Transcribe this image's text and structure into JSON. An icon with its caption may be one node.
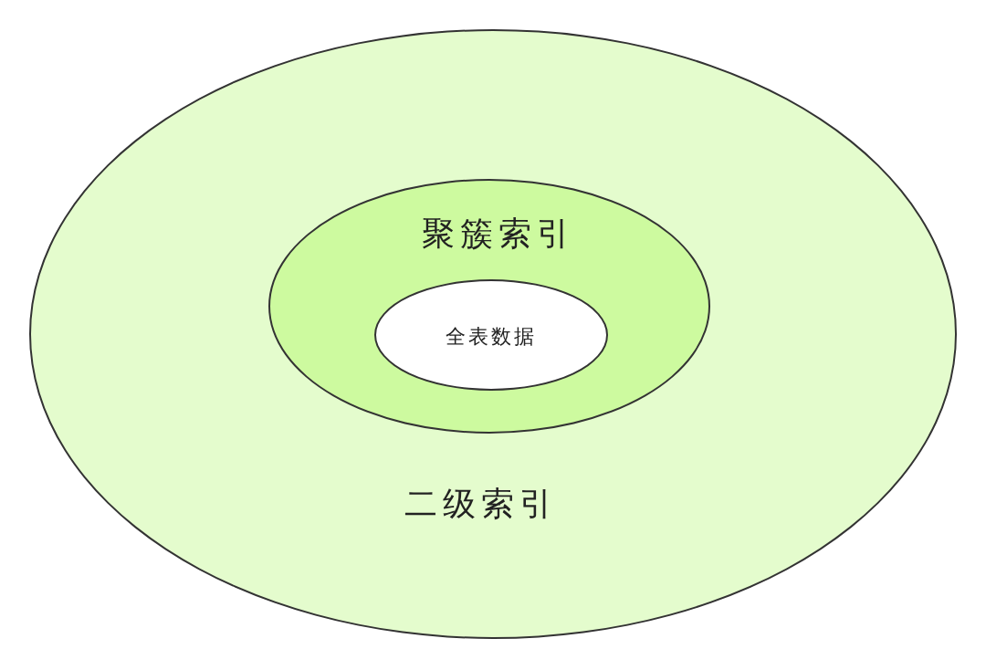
{
  "diagram": {
    "nodes": [
      {
        "text": [
          "二级索引"
        ]
      },
      {
        "text": [
          "聚簇索引"
        ],
        "in": 0
      },
      {
        "text": [
          "全表数据"
        ],
        "in": 1
      }
    ]
  }
}
